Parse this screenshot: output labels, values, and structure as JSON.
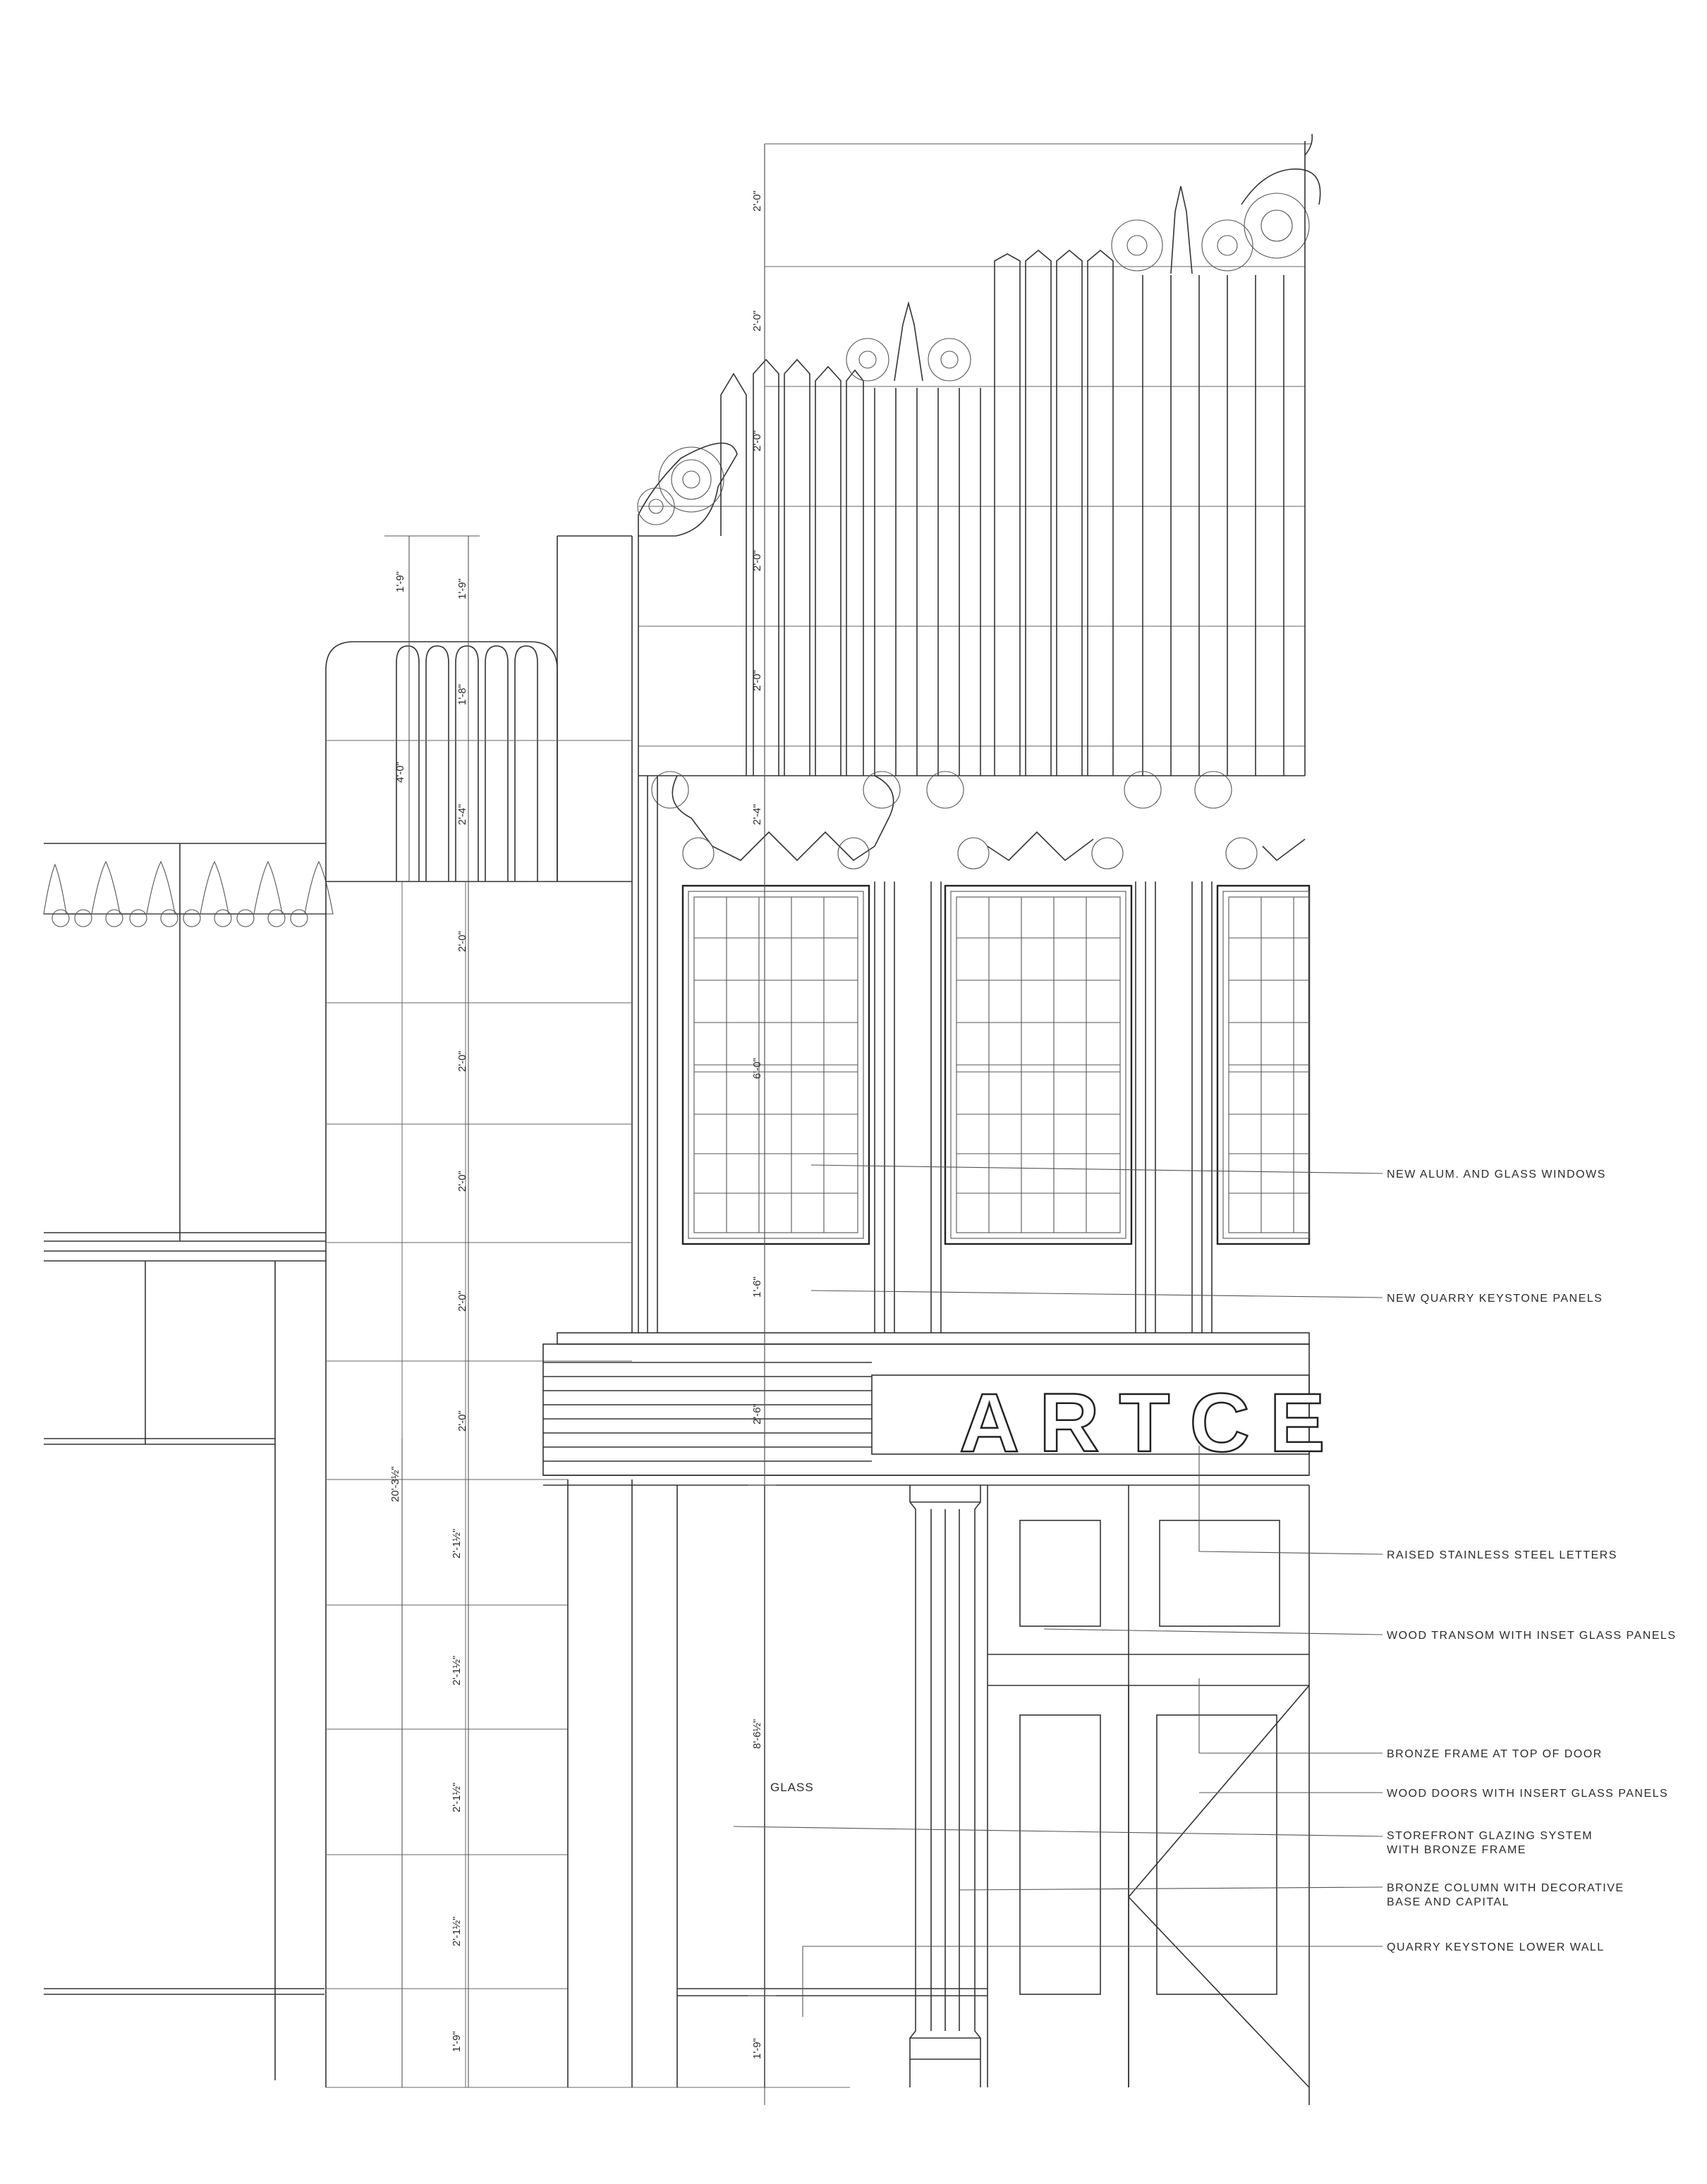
{
  "drawing": {
    "sign_text": "ARTCE",
    "glass_label": "GLASS",
    "callouts": [
      {
        "id": "windows",
        "lines": [
          "NEW ALUM. AND GLASS WINDOWS"
        ]
      },
      {
        "id": "keystone-panels",
        "lines": [
          "NEW QUARRY KEYSTONE PANELS"
        ]
      },
      {
        "id": "letters",
        "lines": [
          "RAISED STAINLESS STEEL LETTERS"
        ]
      },
      {
        "id": "transom",
        "lines": [
          "WOOD TRANSOM WITH INSET GLASS PANELS"
        ]
      },
      {
        "id": "bronze-frame",
        "lines": [
          "BRONZE FRAME AT TOP OF DOOR"
        ]
      },
      {
        "id": "doors",
        "lines": [
          "WOOD DOORS WITH INSERT GLASS PANELS"
        ]
      },
      {
        "id": "storefront",
        "lines": [
          "STOREFRONT GLAZING SYSTEM",
          "WITH BRONZE FRAME"
        ]
      },
      {
        "id": "column",
        "lines": [
          "BRONZE COLUMN WITH DECORATIVE",
          "BASE AND CAPITAL"
        ]
      },
      {
        "id": "lower-wall",
        "lines": [
          "QUARRY KEYSTONE LOWER WALL"
        ]
      }
    ],
    "dimensions": {
      "top_right_stack": [
        "2'-0\"",
        "2'-0\"",
        "2'-0\"",
        "2'-0\"",
        "2'-0\"",
        "2'-4\""
      ],
      "window_height": "6'-0\"",
      "keystone_band": "1'-6\"",
      "sign_band": "2'-6\"",
      "storefront_height": "8'-6½\"",
      "base_right": "1'-9\"",
      "pier_cap_outer": [
        "1'-9\"",
        "4'-0\""
      ],
      "pier_cap_inner": [
        "1'-9\"",
        "1'-8\"",
        "2'-4\""
      ],
      "pier_joints": [
        "2'-0\"",
        "2'-0\"",
        "2'-0\"",
        "2'-0\"",
        "2'-0\"",
        "2'-1½\"",
        "2'-1½\"",
        "2'-1½\"",
        "2'-1½\"",
        "1'-9\""
      ],
      "overall_height": "20'-3½\""
    }
  }
}
